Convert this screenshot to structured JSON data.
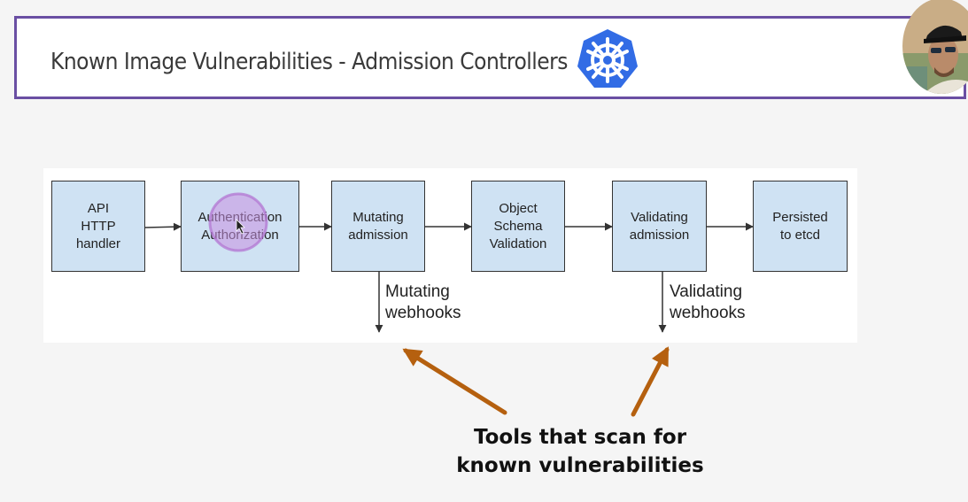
{
  "header": {
    "title": "Known Image Vulnerabilities - Admission Controllers",
    "logo_icon": "kubernetes-helm-wheel-icon",
    "accent_color": "#6a4fa3",
    "logo_color": "#326ce5"
  },
  "diagram": {
    "stages": [
      {
        "id": "api-http-handler",
        "label": "API\nHTTP\nhandler"
      },
      {
        "id": "authentication-authorization",
        "label": "Authentication\nAuthorization"
      },
      {
        "id": "mutating-admission",
        "label": "Mutating\nadmission"
      },
      {
        "id": "object-schema-validation",
        "label": "Object\nSchema\nValidation"
      },
      {
        "id": "validating-admission",
        "label": "Validating\nadmission"
      },
      {
        "id": "persisted-to-etcd",
        "label": "Persisted\nto etcd"
      }
    ],
    "webhooks": [
      {
        "id": "mutating-webhooks",
        "label": "Mutating\nwebhooks"
      },
      {
        "id": "validating-webhooks",
        "label": "Validating\nwebhooks"
      }
    ],
    "box_fill": "#cfe2f3"
  },
  "annotation": {
    "text": "Tools that scan for\nknown vulnerabilities",
    "arrow_color": "#b5600f"
  },
  "presenter": {
    "icon": "presenter-webcam-icon"
  }
}
